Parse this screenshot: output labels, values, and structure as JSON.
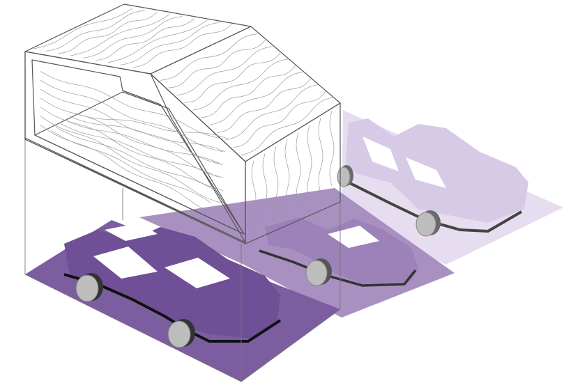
{
  "scene": {
    "subject": "carport-structure-over-parking-bays",
    "colors": {
      "background": "#ffffff",
      "bay_front": "#7c5ea0",
      "car_front": "#6f4f96",
      "bay_middle": "#a890c0",
      "car_middle": "#9c82b8",
      "bay_back": "#e6def0",
      "car_back": "#d6cae6",
      "wheel_fill": "#bdbdbd",
      "outline": "#555555",
      "wood_panel": "#ffffff",
      "grain": "#9a9a9a"
    },
    "parking_bays": [
      {
        "name": "front",
        "shade": "dark"
      },
      {
        "name": "middle",
        "shade": "medium"
      },
      {
        "name": "back",
        "shade": "light"
      }
    ],
    "icons": [
      "car-icon",
      "wheel-icon",
      "timber-grain-pattern"
    ]
  }
}
